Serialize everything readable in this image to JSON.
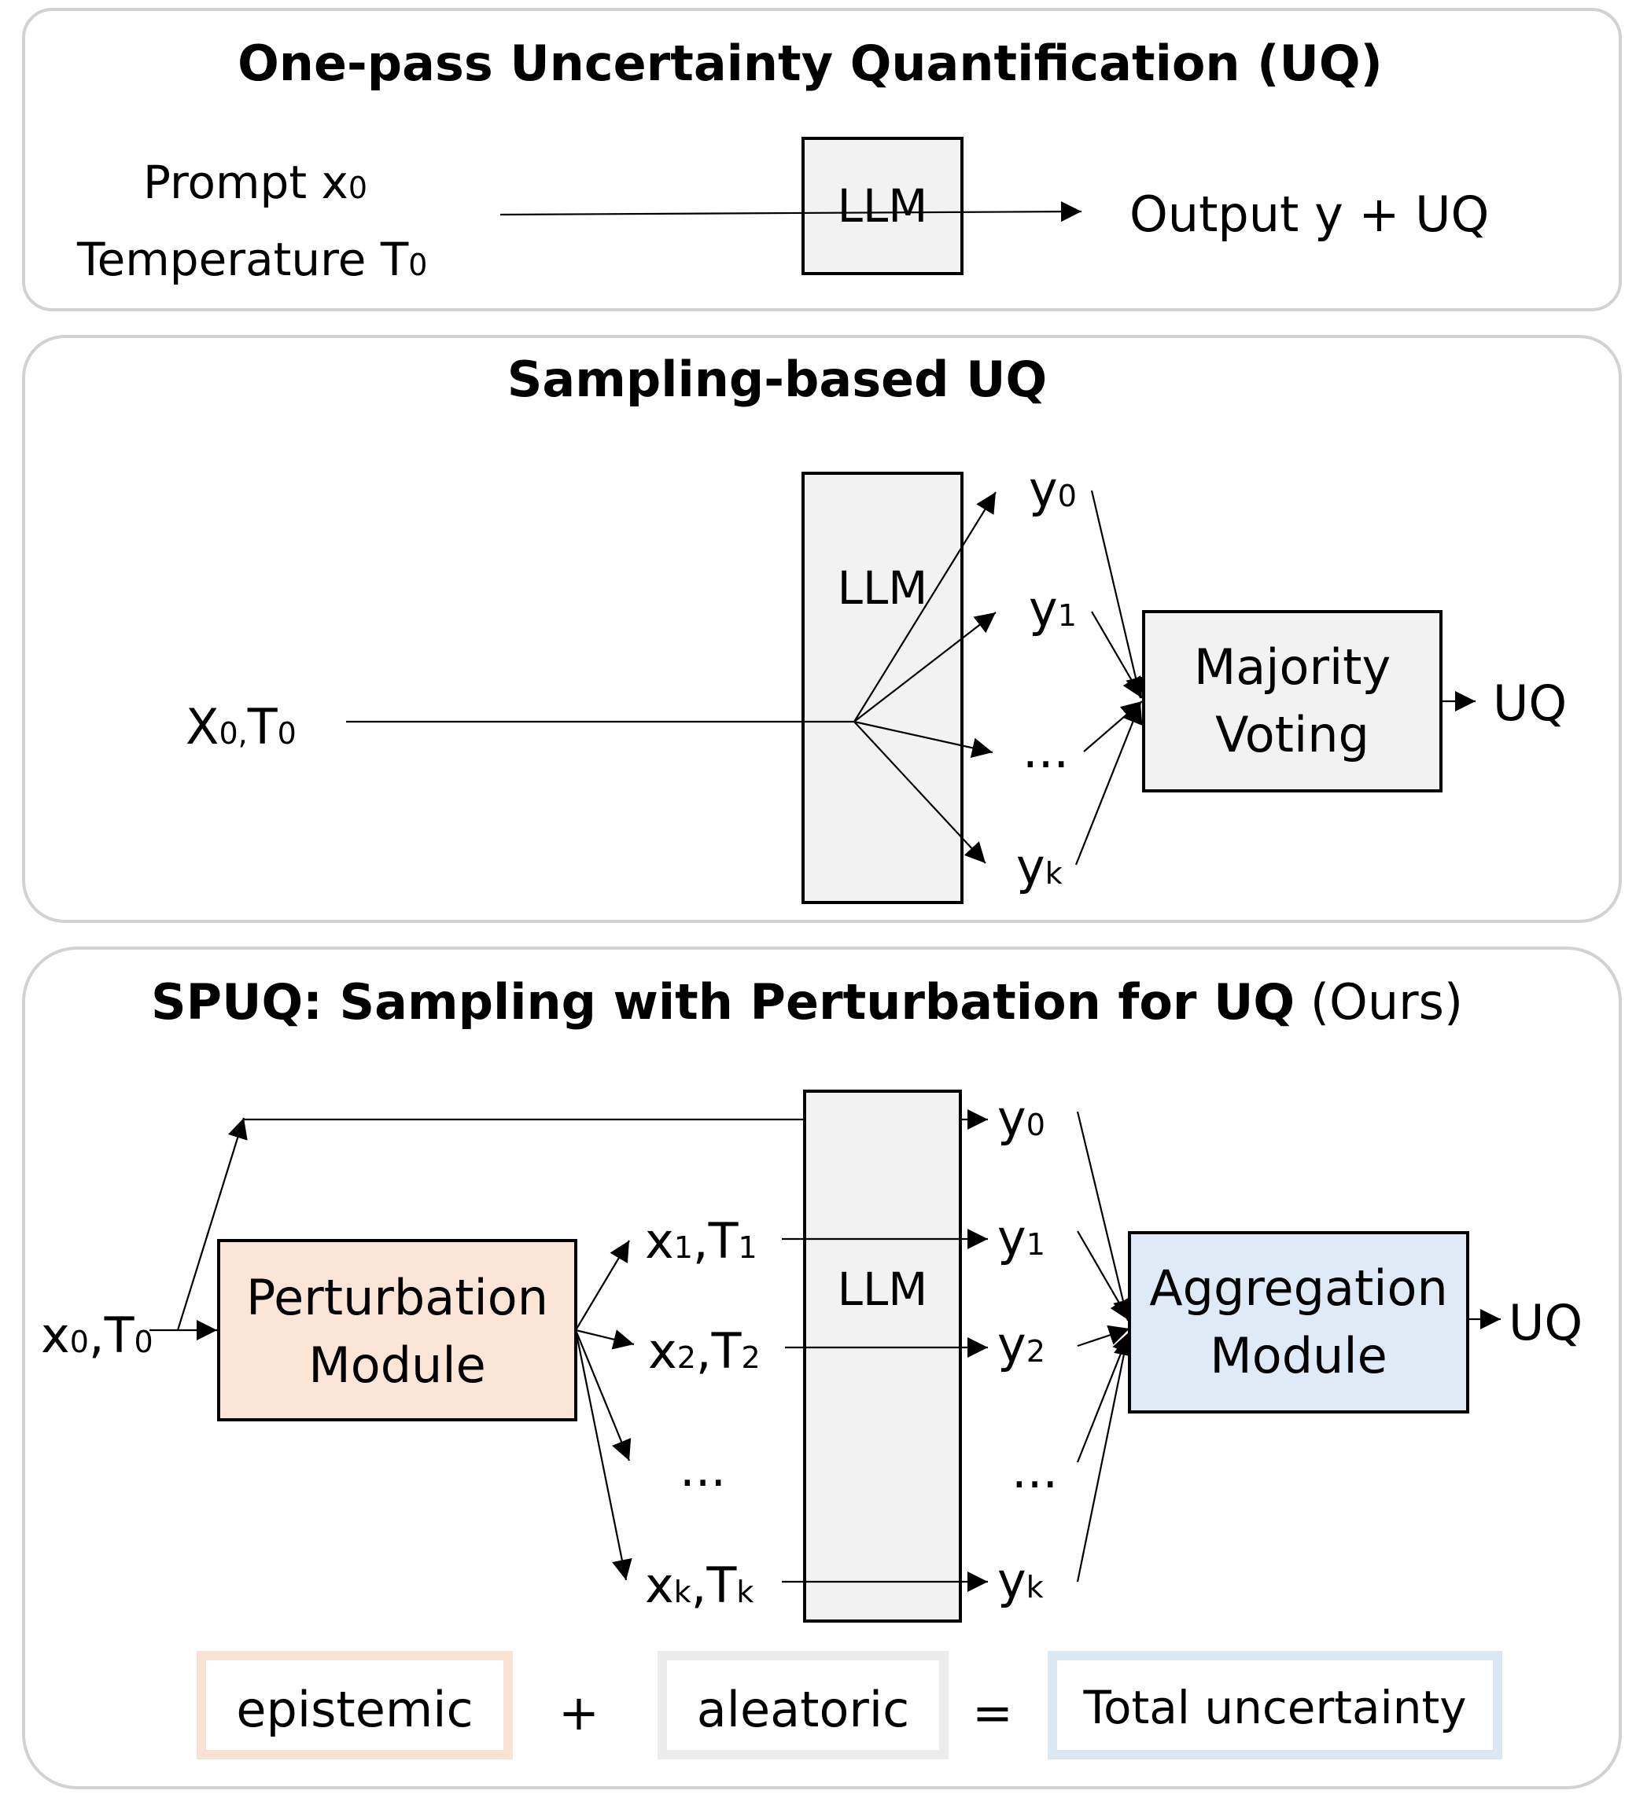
{
  "panel1": {
    "title": "One-pass Uncertainty Quantification (UQ)",
    "prompt_label": "Prompt x",
    "temperature_label": "Temperature T",
    "sub0": "0",
    "llm": "LLM",
    "output_label": "Output y + UQ"
  },
  "panel2": {
    "title": "Sampling-based UQ",
    "input_x": "X",
    "input_sep": ",",
    "input_t": "T",
    "sub0": "0",
    "llm": "LLM",
    "y": "y",
    "sub1": "1",
    "subk": "k",
    "ellipsis": "...",
    "voting_line1": "Majority",
    "voting_line2": "Voting",
    "uq": "UQ"
  },
  "panel3": {
    "title": "SPUQ: Sampling with Perturbation for UQ",
    "title_suffix": " (Ours)",
    "input_x": "x",
    "input_t": "T",
    "comma": ",",
    "sub0": "0",
    "sub1": "1",
    "sub2": "2",
    "subk": "k",
    "perturb_line1": "Perturbation",
    "perturb_line2": "Module",
    "llm": "LLM",
    "y": "y",
    "ellipsis": "...",
    "agg_line1": "Aggregation",
    "agg_line2": "Module",
    "uq": "UQ"
  },
  "legend": {
    "epistemic": "epistemic",
    "plus": "+",
    "aleatoric": "aleatoric",
    "equals": "=",
    "total": "Total uncertainty"
  },
  "colors": {
    "perturbation": "#fbe5d6",
    "aggregation": "#deebf7",
    "llm": "#f2f2f2"
  }
}
